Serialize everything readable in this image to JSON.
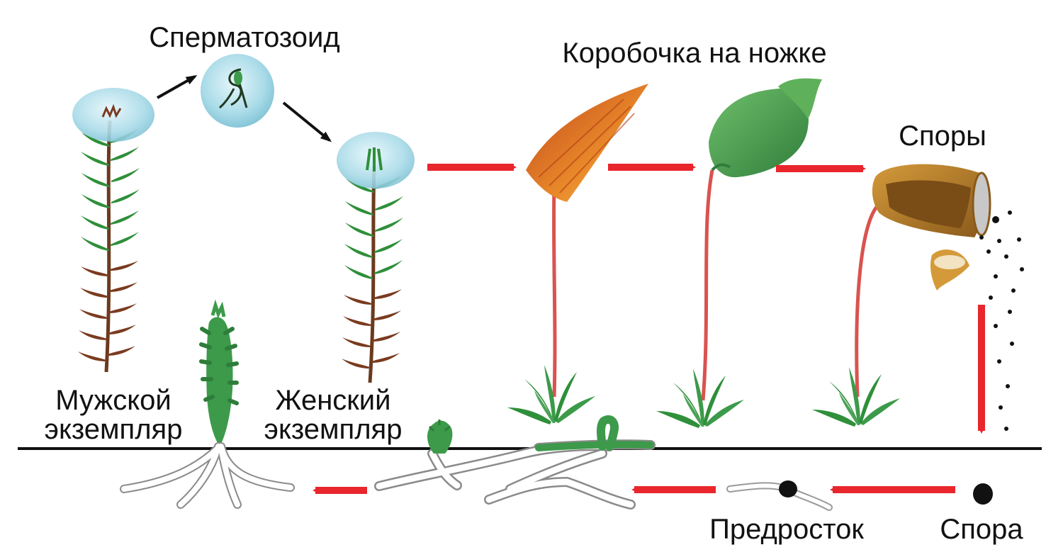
{
  "labels": {
    "sperm": "Сперматозоид",
    "capsule": "Коробочка на ножке",
    "spores": "Споры",
    "male_line1": "Мужской",
    "male_line2": "экземпляр",
    "female_line1": "Женский",
    "female_line2": "экземпляр",
    "protonema": "Предросток",
    "spore": "Спора"
  },
  "colors": {
    "flow_arrow": "#e8262c",
    "fertilization_arrow": "#111111",
    "ground": "#111111",
    "leaf_green": "#2f8f3a",
    "stem_brown": "#7a3b1f",
    "water_drop": "#a9dbe8",
    "capsule_green": "#3c9a4a",
    "young_capsule_orange": "#e98a2a",
    "seta_red": "#d9534f",
    "open_capsule_brown": "#b7772a"
  },
  "icons": [
    "water-drop-icon",
    "sperm-cell-icon",
    "moss-shoot-icon",
    "sporophyte-capsule-icon",
    "spore-icon",
    "protonema-thread-icon"
  ]
}
